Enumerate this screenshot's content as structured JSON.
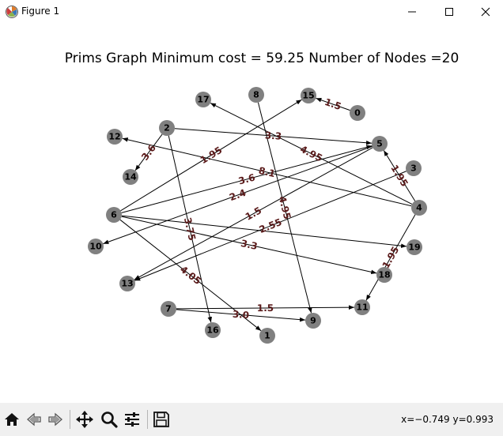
{
  "window": {
    "title": "Figure 1",
    "minimize_glyph": "—",
    "maximize_glyph": "☐",
    "close_glyph": "✕"
  },
  "figure": {
    "title": "Prims Graph   Minimum cost = 59.25  Number of Nodes =20"
  },
  "colors": {
    "node_fill": "#808080",
    "edge": "#000000",
    "edge_label": "#5a1a1a",
    "toolbar_bg": "#f0f0f0"
  },
  "graph": {
    "nodes": [
      {
        "id": "0",
        "label": "0"
      },
      {
        "id": "1",
        "label": "1"
      },
      {
        "id": "2",
        "label": "2"
      },
      {
        "id": "3",
        "label": "3"
      },
      {
        "id": "4",
        "label": "4"
      },
      {
        "id": "5",
        "label": "5"
      },
      {
        "id": "6",
        "label": "6"
      },
      {
        "id": "7",
        "label": "7"
      },
      {
        "id": "8",
        "label": "8"
      },
      {
        "id": "9",
        "label": "9"
      },
      {
        "id": "10",
        "label": "10"
      },
      {
        "id": "11",
        "label": "11"
      },
      {
        "id": "12",
        "label": "12"
      },
      {
        "id": "13",
        "label": "13"
      },
      {
        "id": "14",
        "label": "14"
      },
      {
        "id": "15",
        "label": "15"
      },
      {
        "id": "16",
        "label": "16"
      },
      {
        "id": "17",
        "label": "17"
      },
      {
        "id": "18",
        "label": "18"
      },
      {
        "id": "19",
        "label": "19"
      }
    ],
    "edges": [
      {
        "from": "0",
        "to": "15",
        "weight": "1.5"
      },
      {
        "from": "2",
        "to": "14",
        "weight": "3.6"
      },
      {
        "from": "2",
        "to": "5",
        "weight": "3.3"
      },
      {
        "from": "2",
        "to": "16",
        "weight": "3.75"
      },
      {
        "from": "4",
        "to": "17",
        "weight": "4.95"
      },
      {
        "from": "4",
        "to": "5",
        "weight": "1.95"
      },
      {
        "from": "4",
        "to": "12",
        "weight": "8.1"
      },
      {
        "from": "4",
        "to": "11",
        "weight": "1.95"
      },
      {
        "from": "6",
        "to": "15",
        "weight": "1.95"
      },
      {
        "from": "5",
        "to": "10",
        "weight": "2.4"
      },
      {
        "from": "5",
        "to": "13",
        "weight": "1.5"
      },
      {
        "from": "3",
        "to": "13",
        "weight": "2.55"
      },
      {
        "from": "6",
        "to": "1",
        "weight": "4.05"
      },
      {
        "from": "6",
        "to": "18",
        "weight": "3.3"
      },
      {
        "from": "8",
        "to": "9",
        "weight": "4.95"
      },
      {
        "from": "7",
        "to": "11",
        "weight": "1.5"
      },
      {
        "from": "7",
        "to": "9",
        "weight": "3.0"
      },
      {
        "from": "6",
        "to": "5",
        "weight": "3.6"
      },
      {
        "from": "6",
        "to": "19",
        "weight": ""
      }
    ]
  },
  "toolbar": {
    "home_icon": "home-icon",
    "back_icon": "back-arrow-icon",
    "forward_icon": "forward-arrow-icon",
    "pan_icon": "pan-icon",
    "zoom_icon": "zoom-icon",
    "configure_icon": "configure-subplots-icon",
    "save_icon": "save-icon",
    "coordinates": "x=−0.749 y=0.993"
  }
}
